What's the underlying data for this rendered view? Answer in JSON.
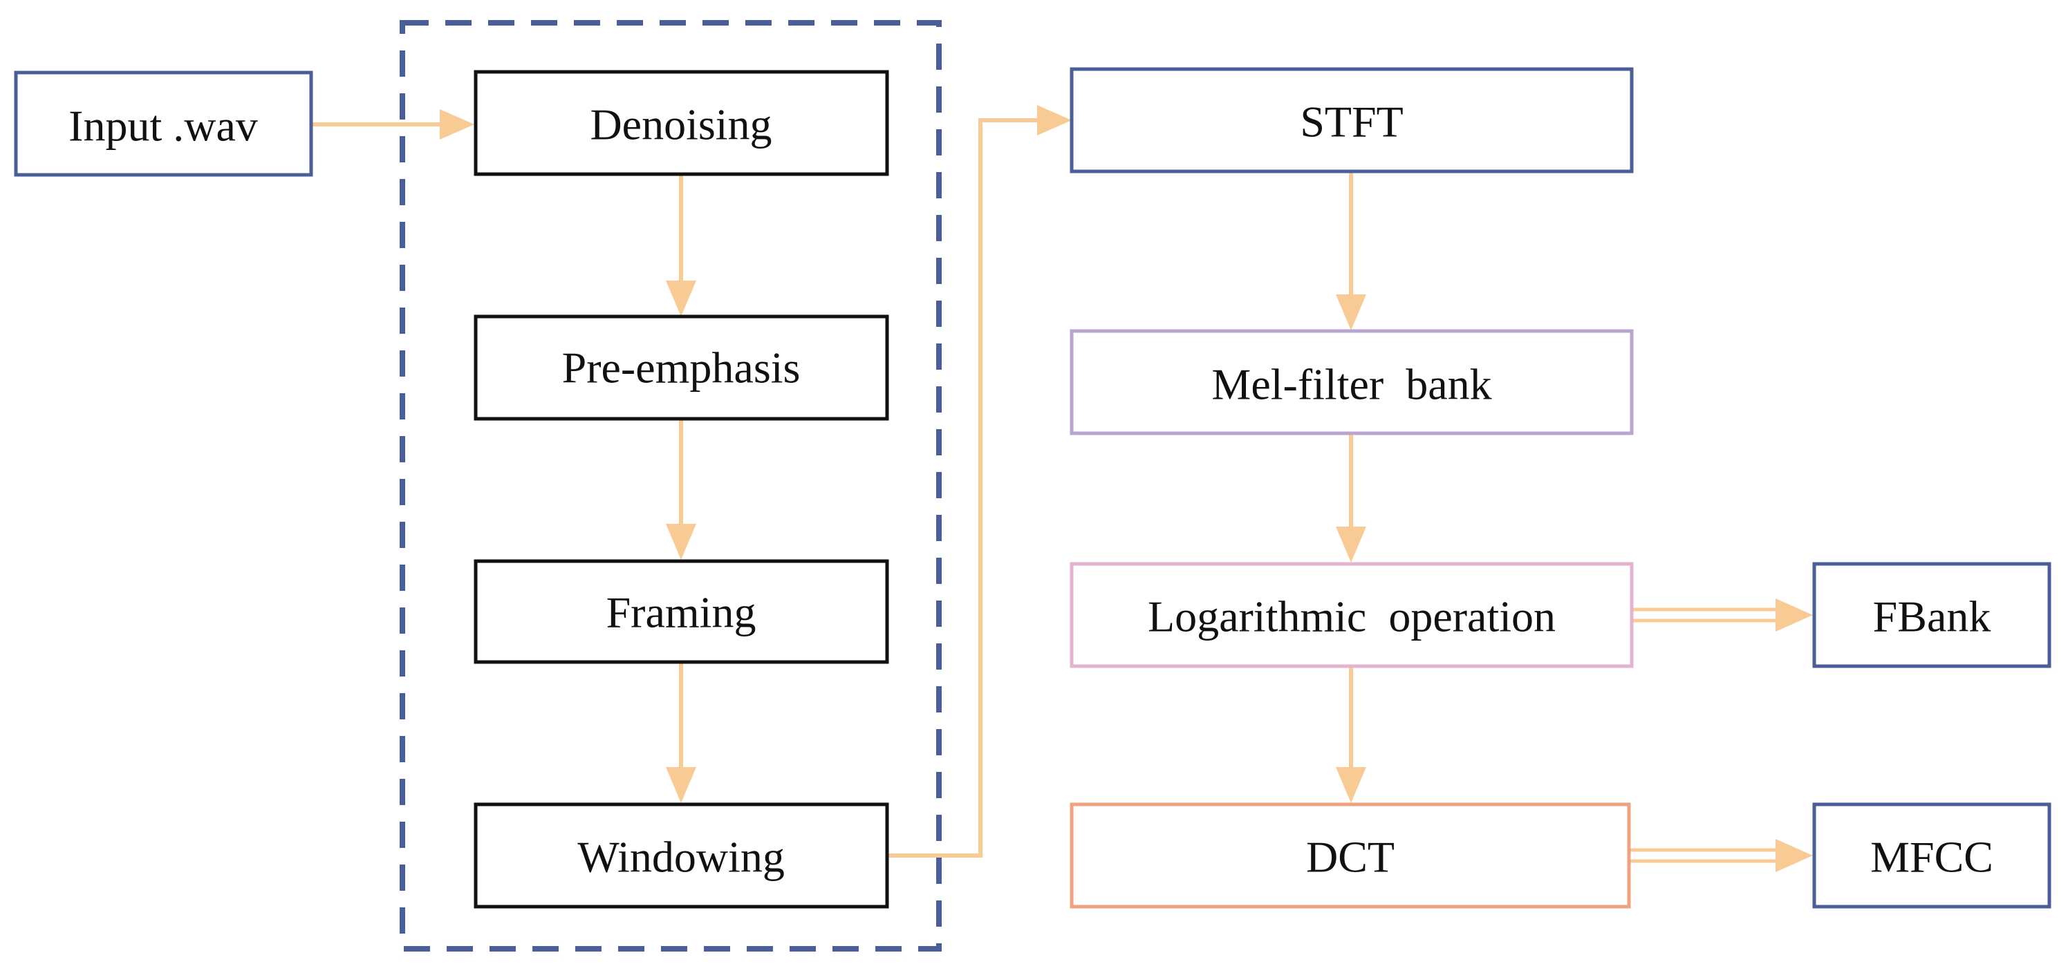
{
  "nodes": {
    "input": {
      "label": "Input .wav"
    },
    "denoising": {
      "label": "Denoising"
    },
    "pre_emphasis": {
      "label": "Pre-emphasis"
    },
    "framing": {
      "label": "Framing"
    },
    "windowing": {
      "label": "Windowing"
    },
    "stft": {
      "label": "STFT"
    },
    "mel_filter_bank": {
      "label": "Mel-filter  bank"
    },
    "logarithmic": {
      "label": "Logarithmic  operation"
    },
    "dct": {
      "label": "DCT"
    },
    "fbank": {
      "label": "FBank"
    },
    "mfcc": {
      "label": "MFCC"
    }
  },
  "colors": {
    "arrow": "#F9CB94",
    "blue_border": "#4A5F9A",
    "black_border": "#111111",
    "purple_border": "#B9A5CF",
    "pink_border": "#E3B3CF",
    "orange_border": "#EFA27E",
    "dashed_group": "#4A5F9A"
  }
}
